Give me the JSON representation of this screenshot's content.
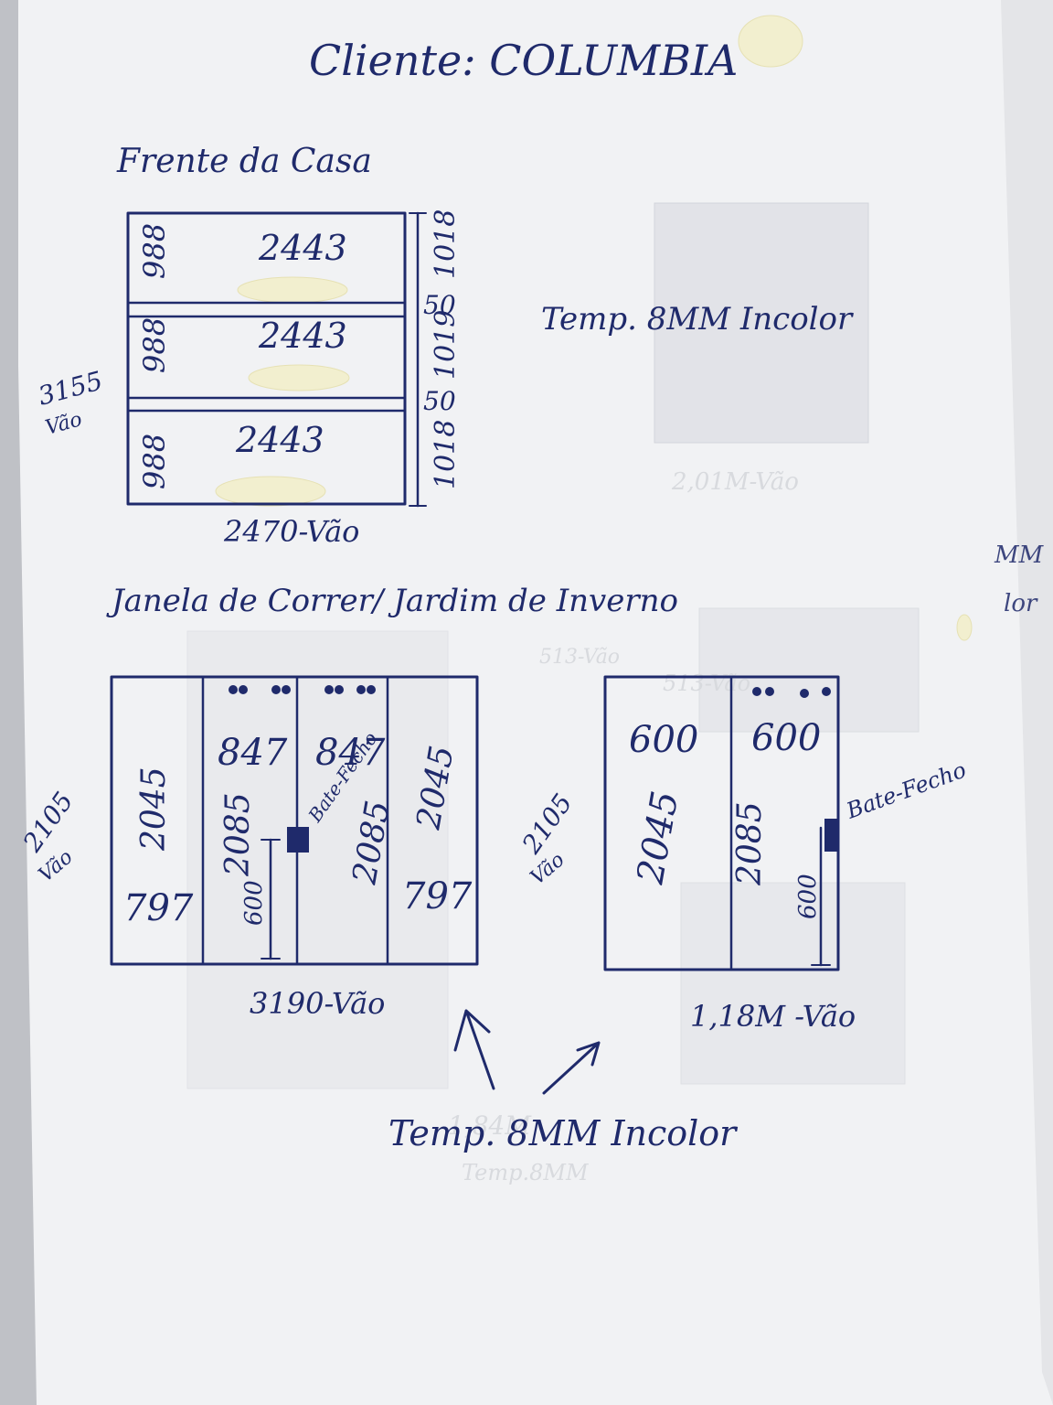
{
  "client_title": "Cliente: COLUMBIA",
  "section_front": "Frente da Casa",
  "front": {
    "widths": [
      "2443",
      "2443",
      "2443"
    ],
    "side_heights": [
      "988",
      "988",
      "988"
    ],
    "right_heights": [
      "1018",
      "1019",
      "1018"
    ],
    "gaps": [
      "50",
      "50"
    ],
    "total_height": "3155",
    "total_height_note": "Vão",
    "total_width": "2470-Vão"
  },
  "glass_note_top": "Temp. 8MM Incolor",
  "section_sliding": "Janela de Correr/ Jardim de Inverno",
  "left_window": {
    "outer_panels": [
      "797",
      "797"
    ],
    "outer_heights": [
      "2045",
      "2045"
    ],
    "inner_widths": [
      "847",
      "847"
    ],
    "inner_heights": [
      "2085",
      "2085"
    ],
    "lock_label": "Bate-Fecho",
    "lock_height": "600",
    "total_height": "2105",
    "total_height_note": "Vão",
    "total_width": "3190-Vão"
  },
  "right_window": {
    "panel_widths": [
      "600",
      "600"
    ],
    "panel_heights": [
      "2045",
      "2085"
    ],
    "lock_label": "Bate-Fecho",
    "lock_height": "600",
    "total_height": "2105",
    "total_height_note": "Vão",
    "total_width": "1,18M -Vão"
  },
  "glass_note_bottom": "Temp. 8MM Incolor",
  "colors": {
    "ink": "#1f2a6b",
    "paper": "#f4f4f6",
    "correction_fluid": "#f2efcf"
  }
}
